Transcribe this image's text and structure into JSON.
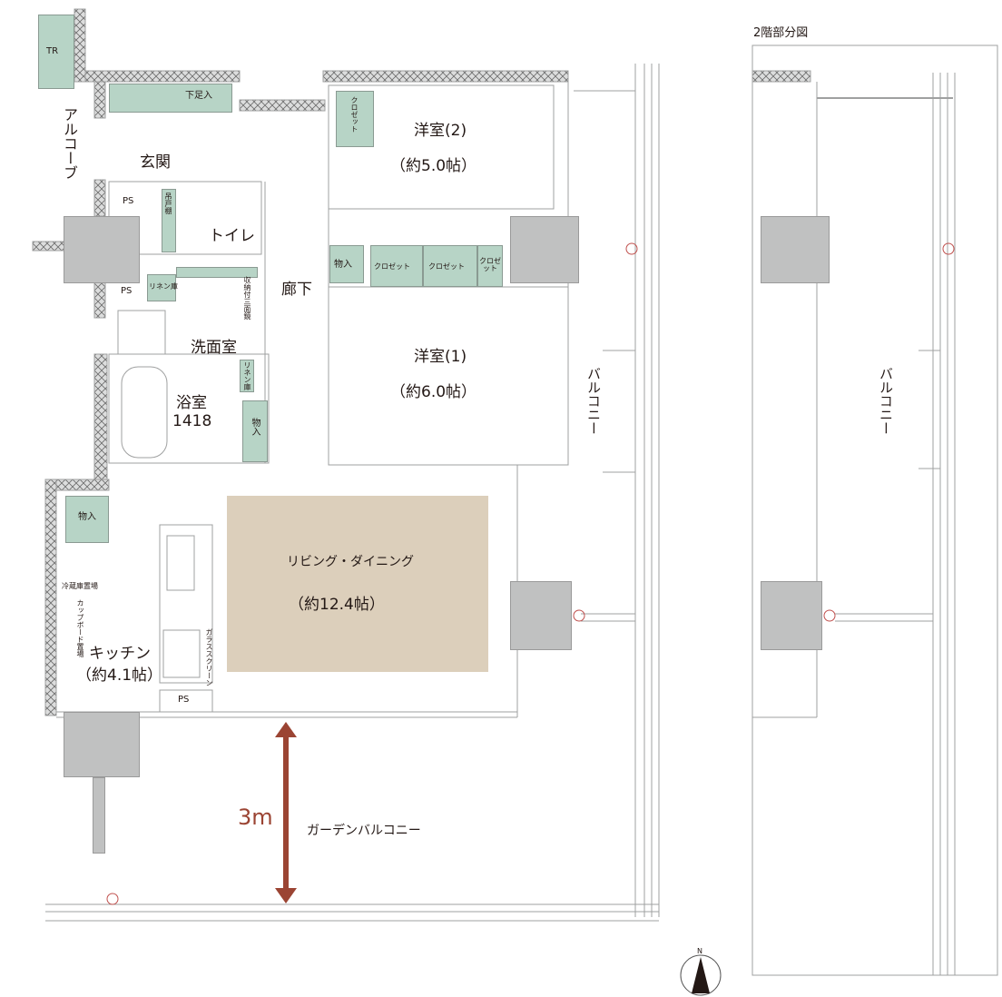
{
  "colors": {
    "storage_green": "#b7d4c6",
    "living_beige": "#dccfbb",
    "column_gray": "#c0c1c1",
    "wall_hatch": "#dcdddd",
    "line": "#9fa0a0",
    "dimension_arrow": "#9b4433",
    "drain_red": "#c0504d",
    "text": "#231815"
  },
  "floor1": {
    "rooms": {
      "western2": {
        "name": "洋室(2)",
        "size": "（約5.0帖）"
      },
      "western1": {
        "name": "洋室(1)",
        "size": "（約6.0帖）"
      },
      "living": {
        "name": "リビング・ダイニング",
        "size": "（約12.4帖）"
      },
      "kitchen": {
        "name": "キッチン",
        "size": "（約4.1帖）"
      },
      "entrance": {
        "name": "玄関"
      },
      "alcove": {
        "name": "アルコーブ"
      },
      "toilet": {
        "name": "トイレ"
      },
      "hallway": {
        "name": "廊下"
      },
      "washroom": {
        "name": "洗面室"
      },
      "bathroom": {
        "name": "浴室",
        "size": "1418"
      },
      "balcony": {
        "name": "バルコニー"
      },
      "garden_balcony": {
        "name": "ガーデンバルコニー"
      }
    },
    "storage": {
      "tr": "TR",
      "shoe_cabinet": "下足入",
      "ps_entrance": "PS",
      "ps_wash": "PS",
      "ps_kitchen": "PS",
      "hanging_shelf": "吊戸棚",
      "linen_left": "リネン庫",
      "linen_right": "リネン庫",
      "mirror_cabinet": "収納付三面鏡",
      "storage_hall": "物入",
      "storage_bath": "物入",
      "storage_kitchen": "物入",
      "closet_w2": "クロゼット",
      "closet_a": "クロゼット",
      "closet_b": "クロゼット",
      "closet_c": "クロゼット",
      "fridge_space": "冷蔵庫置場",
      "cupboard_space": "カップボード置場",
      "glass_screen": "ガラススクリーン"
    },
    "dimension": {
      "label": "3m"
    }
  },
  "floor2": {
    "title": "2階部分図",
    "balcony": "バルコニー"
  },
  "compass": {
    "label": "N"
  }
}
